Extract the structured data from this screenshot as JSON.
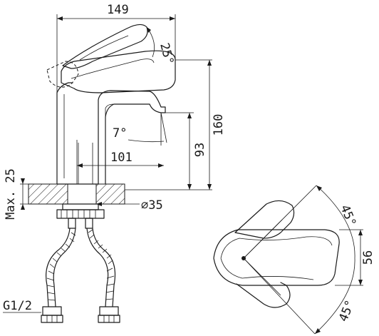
{
  "labels": {
    "width_top": "149",
    "angle_lever": "25°",
    "height_total": "160",
    "angle_spout": "7°",
    "height_spout": "93",
    "reach": "101",
    "max_thickness": "Max. 25",
    "hole_diameter": "⌀35",
    "thread": "G1/2",
    "angle_top": "45°",
    "angle_bottom": "45°",
    "lever_width": "56"
  }
}
